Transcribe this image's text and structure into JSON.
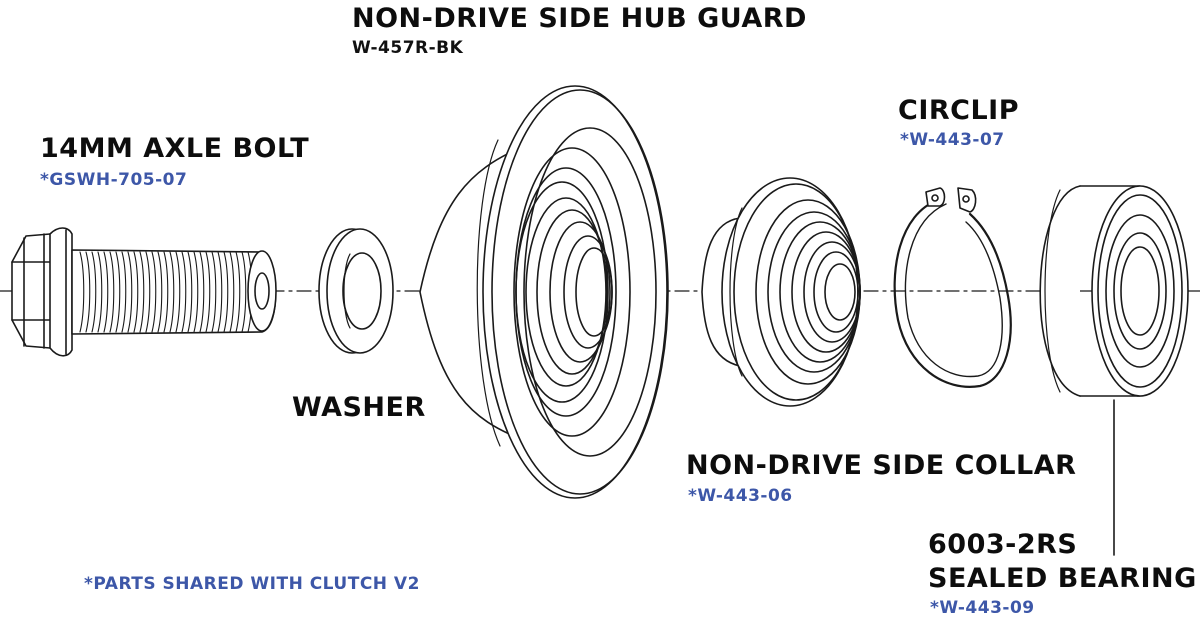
{
  "labels": {
    "hub_guard": {
      "title": "NON-DRIVE SIDE HUB GUARD",
      "part": "W-457R-BK"
    },
    "circlip": {
      "title": "CIRCLIP",
      "part": "*W-443-07"
    },
    "axle_bolt": {
      "title": "14MM AXLE BOLT",
      "part": "*GSWH-705-07"
    },
    "washer": {
      "title": "WASHER"
    },
    "collar": {
      "title": "NON-DRIVE SIDE COLLAR",
      "part": "*W-443-06"
    },
    "bearing": {
      "title_line1": "6003-2RS",
      "title_line2": "SEALED BEARING",
      "part": "*W-443-09"
    },
    "footnote": "*PARTS SHARED WITH CLUTCH V2"
  },
  "colors": {
    "line": "#1a1a1a",
    "accent_blue": "#3d57a8",
    "background": "#ffffff"
  }
}
